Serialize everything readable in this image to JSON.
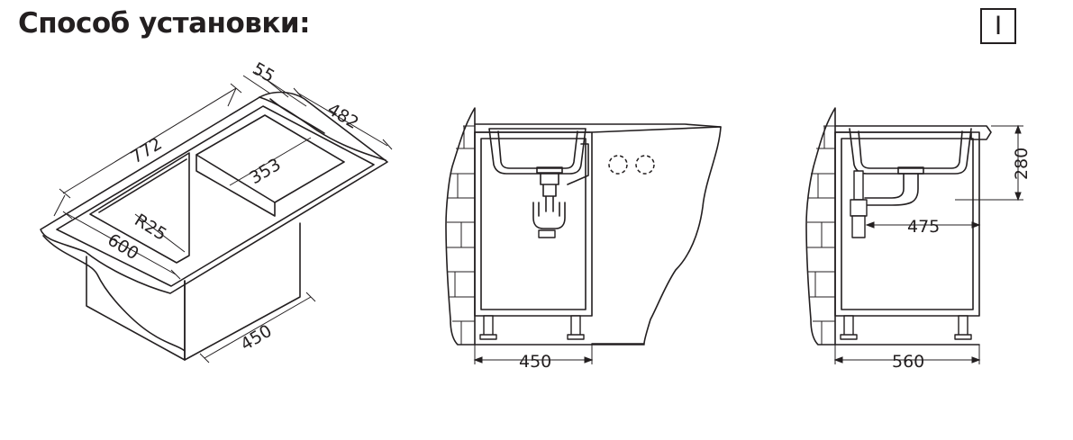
{
  "header": {
    "title": "Способ установки:",
    "mode_badge": "I"
  },
  "diagram_iso": {
    "dim_overall_length": "772",
    "dim_overall_width": "482",
    "dim_edge": "55",
    "dim_drainer": "353",
    "dim_bowl": "600",
    "dim_radius": "R25",
    "dim_cabinet": "450"
  },
  "diagram_front": {
    "dim_cabinet_width": "450"
  },
  "diagram_side": {
    "dim_height": "280",
    "dim_drain_offset": "475",
    "dim_cabinet_depth": "560"
  }
}
